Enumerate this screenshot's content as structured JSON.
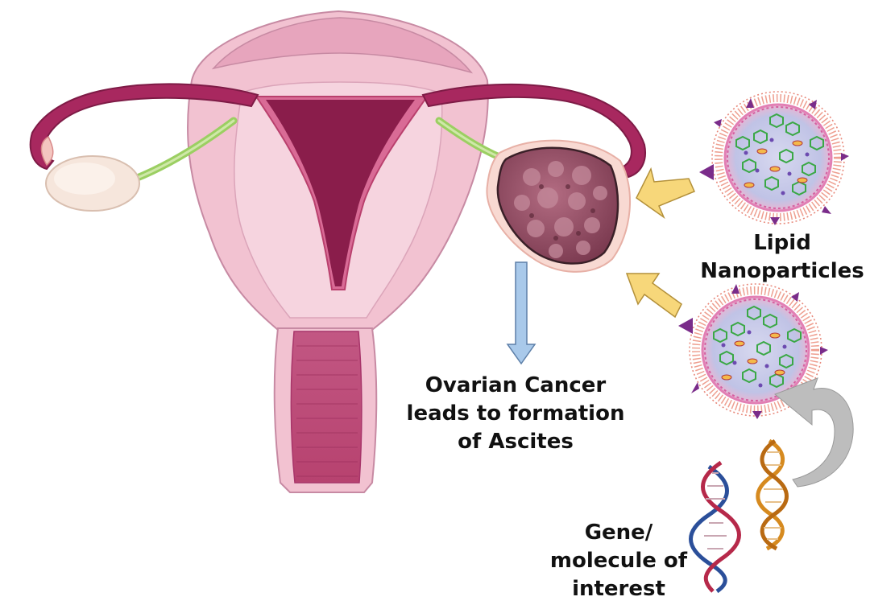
{
  "labels": {
    "ascites": [
      "Ovarian Cancer",
      "leads to formation",
      "of Ascites"
    ],
    "nanoparticles": [
      "Lipid",
      "Nanoparticles"
    ],
    "gene": [
      "Gene/",
      "molecule of",
      "interest"
    ]
  },
  "colors": {
    "uterus_outer": "#f2c2d1",
    "uterus_inner": "#e8a2bb",
    "tube": "#a8285f",
    "cavity": "#8a1d4b",
    "cervix": "#bf4f79",
    "ovary": "#f6e6dc",
    "ligament": "#9bcf62",
    "tumor": "#8e4c61",
    "arrow_yellow": "#f7d77a",
    "arrow_blue": "#a9c9ea",
    "curved_arrow": "#bdbdbd",
    "dna_a": "#b6294a",
    "dna_b": "#2b4f9a",
    "dna_orange": "#d68a1f",
    "nanoparticle_core": "#c9cbe8",
    "nanoparticle_tail": "#e8897b",
    "triangle": "#7a2c8a"
  },
  "icons": [
    "uterus-icon",
    "ovary-icon",
    "tumor-icon",
    "lipid-nanoparticle-icon",
    "dna-helix-icon",
    "curved-arrow-icon"
  ]
}
